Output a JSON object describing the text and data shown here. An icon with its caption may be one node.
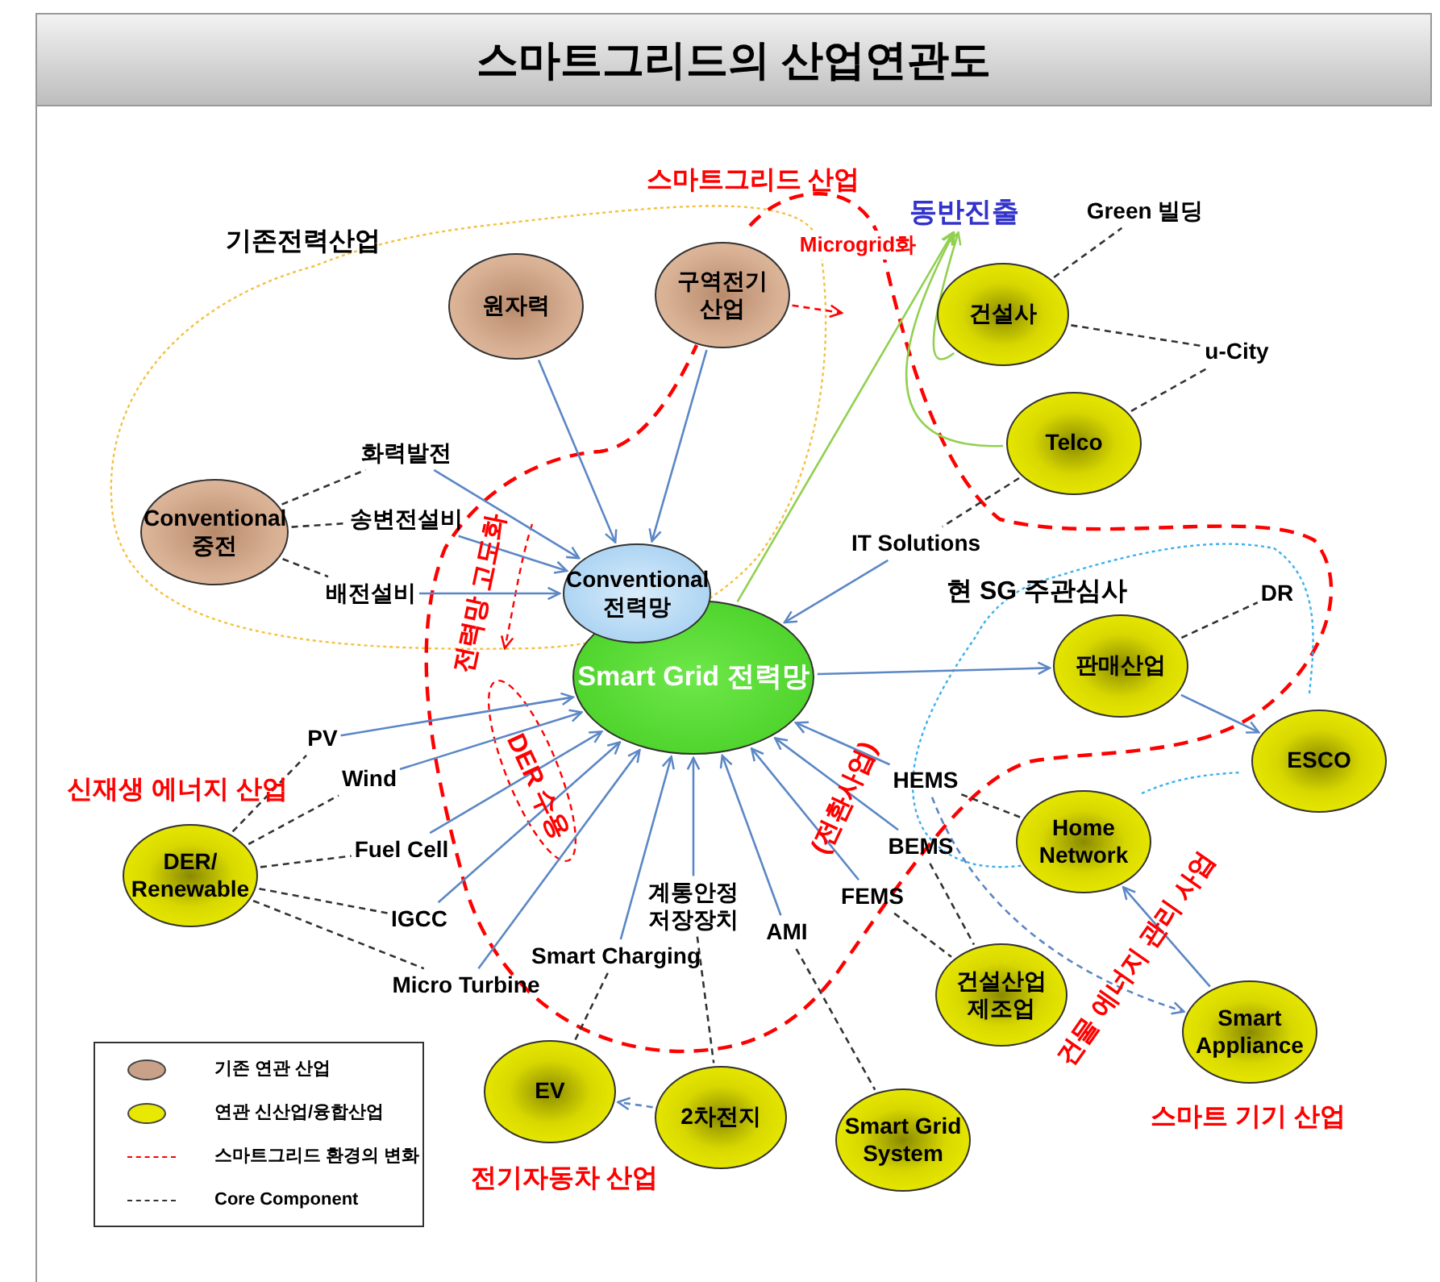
{
  "diagram": {
    "title": "스마트그리드의 산업연관도",
    "nodes": [
      {
        "text": [
          "원자력"
        ]
      },
      {
        "text": [
          "구역전기 산업"
        ]
      },
      {
        "text": [
          "Conventional 중전"
        ]
      },
      {
        "text": [
          "Conventional 전력망"
        ]
      },
      {
        "text": [
          "Smart Grid 전력망"
        ]
      },
      {
        "text": [
          "건설사"
        ]
      },
      {
        "text": [
          "Telco"
        ]
      },
      {
        "text": [
          "판매산업"
        ]
      },
      {
        "text": [
          "ESCO"
        ]
      },
      {
        "text": [
          "Home Network"
        ]
      },
      {
        "text": [
          "DER/ Renewable"
        ]
      },
      {
        "text": [
          "건설산업 제조업"
        ]
      },
      {
        "text": [
          "Smart Appliance"
        ]
      },
      {
        "text": [
          "EV"
        ]
      },
      {
        "text": [
          "2차전지"
        ]
      },
      {
        "text": [
          "Smart Grid System"
        ]
      },
      {
        "text": [
          "화력발전"
        ]
      },
      {
        "text": [
          "송변전설비"
        ]
      },
      {
        "text": [
          "배전설비"
        ]
      },
      {
        "text": [
          "Green 빌딩"
        ]
      },
      {
        "text": [
          "u-City"
        ]
      },
      {
        "text": [
          "IT Solutions"
        ]
      },
      {
        "text": [
          "DR"
        ]
      },
      {
        "text": [
          "PV"
        ]
      },
      {
        "text": [
          "Wind"
        ]
      },
      {
        "text": [
          "Fuel Cell"
        ]
      },
      {
        "text": [
          "IGCC"
        ]
      },
      {
        "text": [
          "Micro Turbine"
        ]
      },
      {
        "text": [
          "Smart Charging"
        ]
      },
      {
        "text": [
          "계통안정 저장장치"
        ]
      },
      {
        "text": [
          "AMI"
        ]
      },
      {
        "text": [
          "HEMS"
        ]
      },
      {
        "text": [
          "BEMS"
        ]
      },
      {
        "text": [
          "FEMS"
        ]
      },
      {
        "text": [
          "동반진출"
        ]
      }
    ],
    "edges": [
      {
        "from": 0,
        "to": 3,
        "arrow": "to"
      },
      {
        "from": 1,
        "to": 3,
        "arrow": "to"
      },
      {
        "from": 16,
        "to": 3,
        "arrow": "to"
      },
      {
        "from": 17,
        "to": 3,
        "arrow": "to"
      },
      {
        "from": 18,
        "to": 3,
        "arrow": "to"
      },
      {
        "from": 21,
        "to": 4,
        "arrow": "to"
      },
      {
        "from": 4,
        "to": 7,
        "arrow": "to"
      },
      {
        "from": 7,
        "to": 8,
        "arrow": "to"
      },
      {
        "from": 23,
        "to": 4,
        "arrow": "to"
      },
      {
        "from": 24,
        "to": 4,
        "arrow": "to"
      },
      {
        "from": 25,
        "to": 4,
        "arrow": "to"
      },
      {
        "from": 26,
        "to": 4,
        "arrow": "to"
      },
      {
        "from": 27,
        "to": 4,
        "arrow": "to"
      },
      {
        "from": 28,
        "to": 4,
        "arrow": "to"
      },
      {
        "from": 29,
        "to": 4,
        "arrow": "to"
      },
      {
        "from": 30,
        "to": 4,
        "arrow": "to"
      },
      {
        "from": 31,
        "to": 4,
        "arrow": "to"
      },
      {
        "from": 32,
        "to": 4,
        "arrow": "to"
      },
      {
        "from": 33,
        "to": 4,
        "arrow": "to"
      },
      {
        "from": 12,
        "to": 9,
        "arrow": "to"
      },
      {
        "from": 14,
        "to": 13,
        "arrow": "to",
        "style": "dashed"
      },
      {
        "from": 31,
        "to": 12,
        "arrow": "to",
        "style": "dashed"
      },
      {
        "from": 2,
        "to": 16,
        "arrow": "none",
        "style": "dashed",
        "color": "#333333"
      },
      {
        "from": 2,
        "to": 17,
        "arrow": "none",
        "style": "dashed",
        "color": "#333333"
      },
      {
        "from": 2,
        "to": 18,
        "arrow": "none",
        "style": "dashed",
        "color": "#333333"
      },
      {
        "from": 5,
        "to": 19,
        "arrow": "none",
        "style": "dashed",
        "color": "#333333"
      },
      {
        "from": 5,
        "to": 20,
        "arrow": "none",
        "style": "dashed",
        "color": "#333333"
      },
      {
        "from": 6,
        "to": 20,
        "arrow": "none",
        "style": "dashed",
        "color": "#333333"
      },
      {
        "from": 6,
        "to": 21,
        "arrow": "none",
        "style": "dashed",
        "color": "#333333"
      },
      {
        "from": 7,
        "to": 22,
        "arrow": "none",
        "style": "dashed",
        "color": "#333333"
      },
      {
        "from": 10,
        "to": 23,
        "arrow": "none",
        "style": "dashed",
        "color": "#333333"
      },
      {
        "from": 10,
        "to": 24,
        "arrow": "none",
        "style": "dashed",
        "color": "#333333"
      },
      {
        "from": 10,
        "to": 25,
        "arrow": "none",
        "style": "dashed",
        "color": "#333333"
      },
      {
        "from": 10,
        "to": 26,
        "arrow": "none",
        "style": "dashed",
        "color": "#333333"
      },
      {
        "from": 10,
        "to": 27,
        "arrow": "none",
        "style": "dashed",
        "color": "#333333"
      },
      {
        "from": 28,
        "to": 13,
        "arrow": "none",
        "style": "dashed",
        "color": "#333333"
      },
      {
        "from": 29,
        "to": 14,
        "arrow": "none",
        "style": "dashed",
        "color": "#333333"
      },
      {
        "from": 30,
        "to": 15,
        "arrow": "none",
        "style": "dashed",
        "color": "#333333"
      },
      {
        "from": 31,
        "to": 9,
        "arrow": "none",
        "style": "dashed",
        "color": "#333333"
      },
      {
        "from": 32,
        "to": 11,
        "arrow": "none",
        "style": "dashed",
        "color": "#333333"
      },
      {
        "from": 33,
        "to": 11,
        "arrow": "none",
        "style": "dashed",
        "color": "#333333"
      },
      {
        "from": 4,
        "to": 34,
        "arrow": "to",
        "color": "#92d050"
      },
      {
        "from": 5,
        "to": 34,
        "arrow": "to",
        "color": "#92d050"
      },
      {
        "from": 6,
        "to": 34,
        "arrow": "to",
        "color": "#92d050"
      },
      {
        "from": 1,
        "to": null,
        "arrow": "to",
        "style": "dashed",
        "color": "#ff0000"
      }
    ],
    "labels": [
      "스마트그리드 산업",
      "기존전력산업",
      "Microgrid화",
      "현 SG 주관심사",
      "전력망 고도화",
      "DER 수용",
      "신재생 에너지 산업",
      "(전환사업)",
      "건물 에너지 관리 사업",
      "스마트 기기 산업",
      "전기자동차 산업"
    ],
    "legend": [
      {
        "text": "기존 연관 산업",
        "color": "#c9a088"
      },
      {
        "text": "연관 신산업/융합산업",
        "color": "#e8e800"
      },
      {
        "text": "스마트그리드 환경의 변화"
      },
      {
        "text": "Core Component"
      }
    ]
  }
}
